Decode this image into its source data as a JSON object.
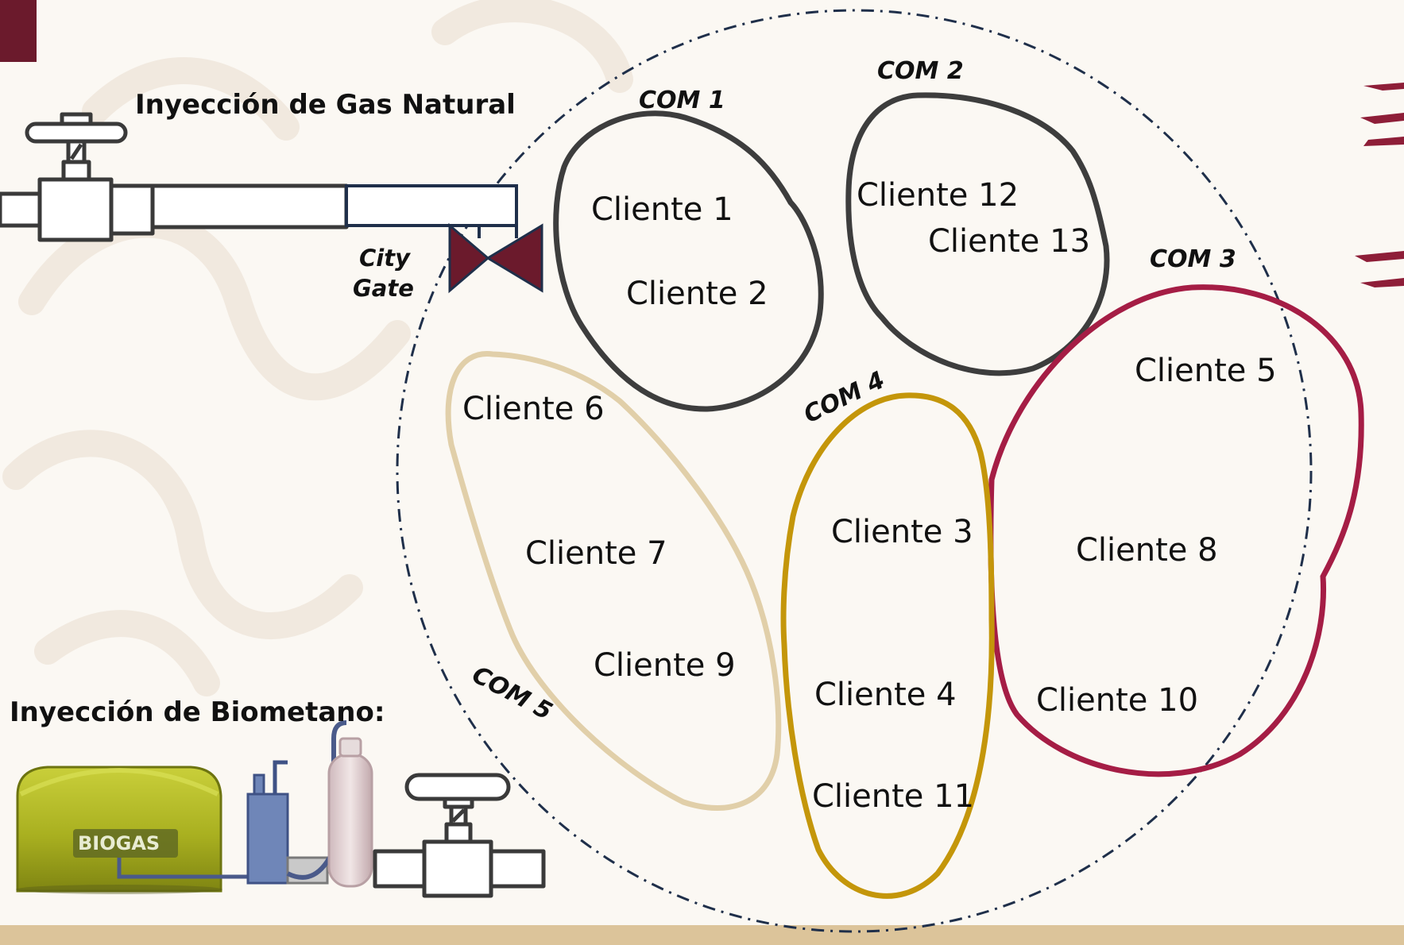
{
  "headings": {
    "natural_gas": "Inyección de Gas Natural",
    "biomethane": "Inyección de Biometano:"
  },
  "city_gate": {
    "line1": "City",
    "line2": "Gate"
  },
  "biogas_tank_label": "BIOGAS",
  "colors": {
    "com1": "#3d3d3d",
    "com2": "#3d3d3d",
    "com3": "#a51d45",
    "com4": "#c4960a",
    "com5": "#e1cfa9",
    "valve": "#6b1a2c",
    "boundary": "#1f2f4a",
    "bottom_band": "#dcc49a"
  },
  "communities": [
    {
      "id": "com1",
      "label": "COM 1",
      "clients": [
        "Cliente 1",
        "Cliente 2"
      ]
    },
    {
      "id": "com2",
      "label": "COM 2",
      "clients": [
        "Cliente 12",
        "Cliente 13"
      ]
    },
    {
      "id": "com3",
      "label": "COM 3",
      "clients": [
        "Cliente 5",
        "Cliente 8",
        "Cliente 10"
      ]
    },
    {
      "id": "com4",
      "label": "COM 4",
      "clients": [
        "Cliente 3",
        "Cliente 4",
        "Cliente 11"
      ]
    },
    {
      "id": "com5",
      "label": "COM 5",
      "clients": [
        "Cliente 6",
        "Cliente 7",
        "Cliente 9"
      ]
    }
  ]
}
